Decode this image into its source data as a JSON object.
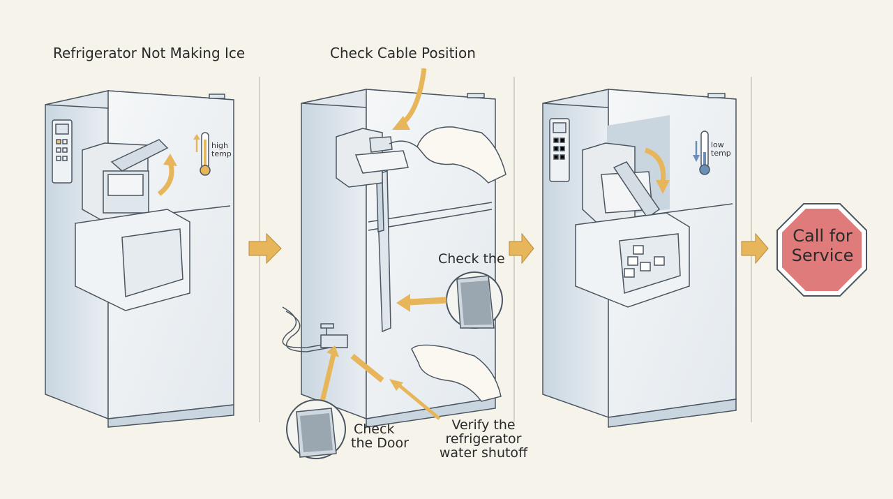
{
  "panels": {
    "panel1": {
      "title": "Refrigerator Not Making Ice",
      "thermo_label": "high temp"
    },
    "panel2": {
      "title": "Check Cable Position",
      "check_the": "Check the",
      "check_door": "Check the Door",
      "check_door_line1": "Check",
      "check_door_line2": "the Door",
      "verify_line1": "Verify the",
      "verify_line2": "refrigerator",
      "verify_line3": "water shutoff"
    },
    "panel3": {
      "thermo_label_line1": "low",
      "thermo_label_line2": "temp"
    },
    "final": {
      "line1": "Call for",
      "line2": "Service"
    }
  },
  "thermo1_line1": "high",
  "thermo1_line2": "temp",
  "colors": {
    "background": "#f6f3ea",
    "arrow": "#e7b55a",
    "fridge_body": "#e9eef2",
    "fridge_shade": "#c9d6e0",
    "stop_sign": "#e07b7b"
  },
  "icons": [
    "thermometer-high-icon",
    "thermometer-low-icon",
    "stop-sign-icon",
    "flow-arrow-icon",
    "water-valve-icon",
    "hand-icon"
  ]
}
